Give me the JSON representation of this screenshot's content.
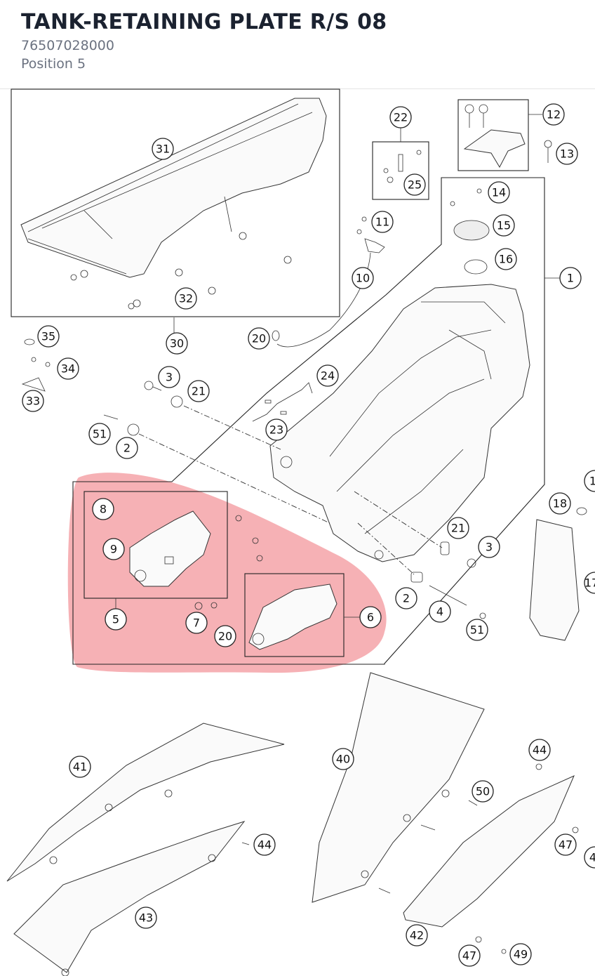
{
  "header": {
    "title": "TANK-RETAINING PLATE R/S 08",
    "part_number": "76507028000",
    "position": "Position 5"
  },
  "highlight_color": "#f4a3a8",
  "callouts": {
    "c31": "31",
    "c32": "32",
    "c30": "30",
    "c22": "22",
    "c25": "25",
    "c12": "12",
    "c13": "13",
    "c14": "14",
    "c15": "15",
    "c16": "16",
    "c1": "1",
    "c11": "11",
    "c10": "10",
    "c20a": "20",
    "c35": "35",
    "c34": "34",
    "c33": "33",
    "c3a": "3",
    "c21a": "21",
    "c24": "24",
    "c51a": "51",
    "c2a": "2",
    "c23": "23",
    "c18": "18",
    "c19": "1",
    "c17": "17",
    "c8": "8",
    "c9": "9",
    "c5": "5",
    "c7": "7",
    "c20b": "20",
    "c6": "6",
    "c21b": "21",
    "c3b": "3",
    "c2b": "2",
    "c4": "4",
    "c51b": "51",
    "c41": "41",
    "c44a": "44",
    "c43": "43",
    "c40": "40",
    "c50": "50",
    "c42": "42",
    "c44b": "44",
    "c47a": "47",
    "c47b": "47",
    "c49": "49",
    "c4x": "4"
  }
}
